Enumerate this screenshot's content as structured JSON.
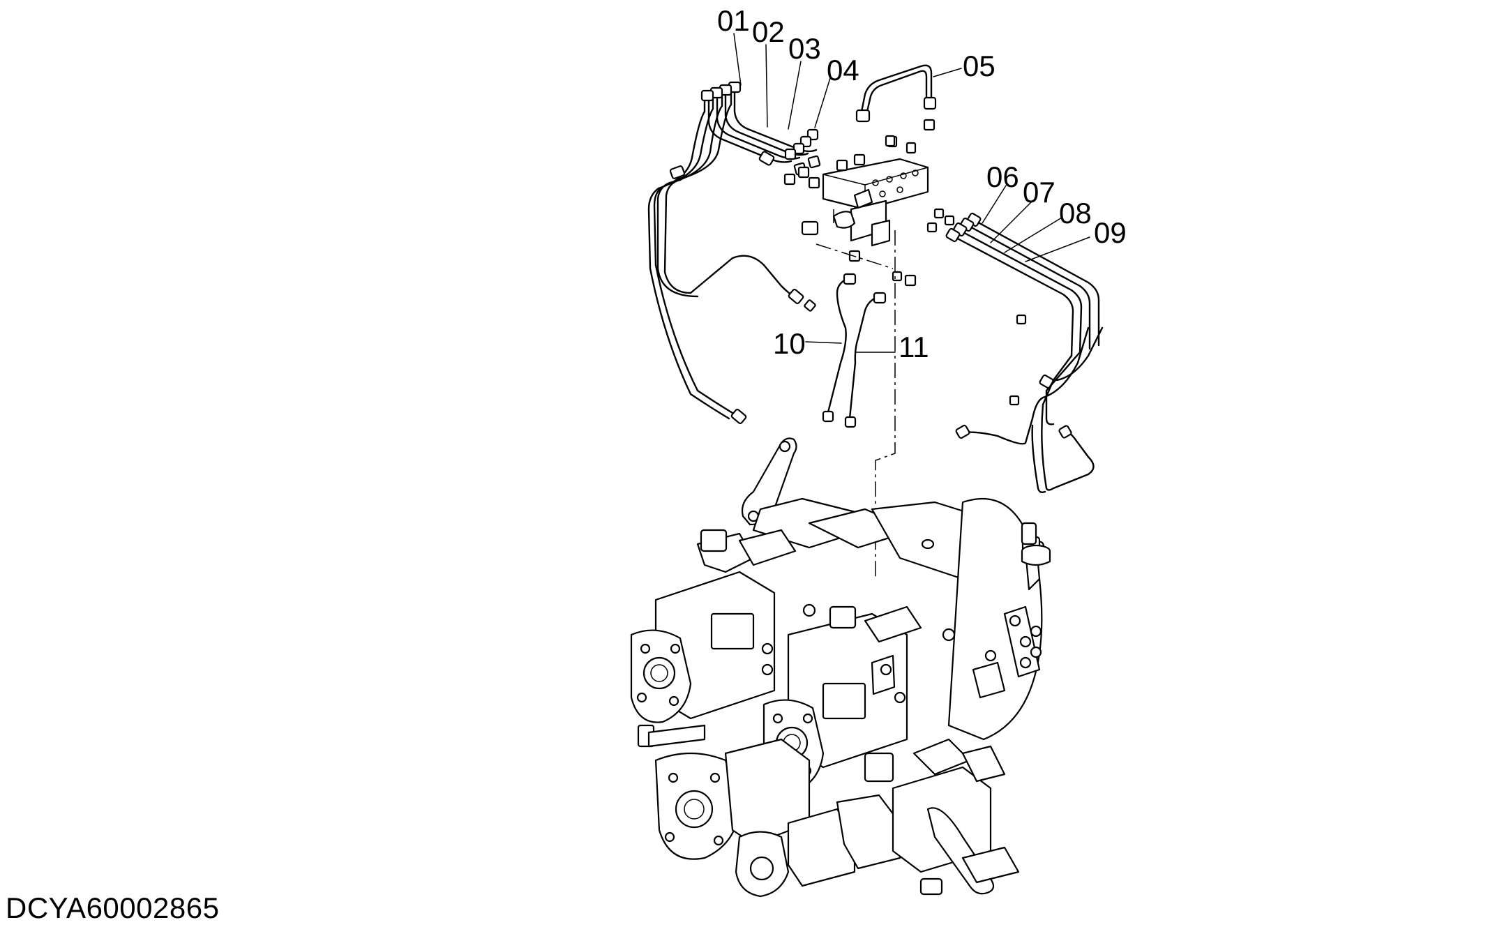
{
  "diagram": {
    "document_id": "DCYA60002865",
    "callouts": [
      {
        "label": "01"
      },
      {
        "label": "02"
      },
      {
        "label": "03"
      },
      {
        "label": "04"
      },
      {
        "label": "05"
      },
      {
        "label": "06"
      },
      {
        "label": "07"
      },
      {
        "label": "08"
      },
      {
        "label": "09"
      },
      {
        "label": "10"
      },
      {
        "label": "11"
      }
    ]
  }
}
